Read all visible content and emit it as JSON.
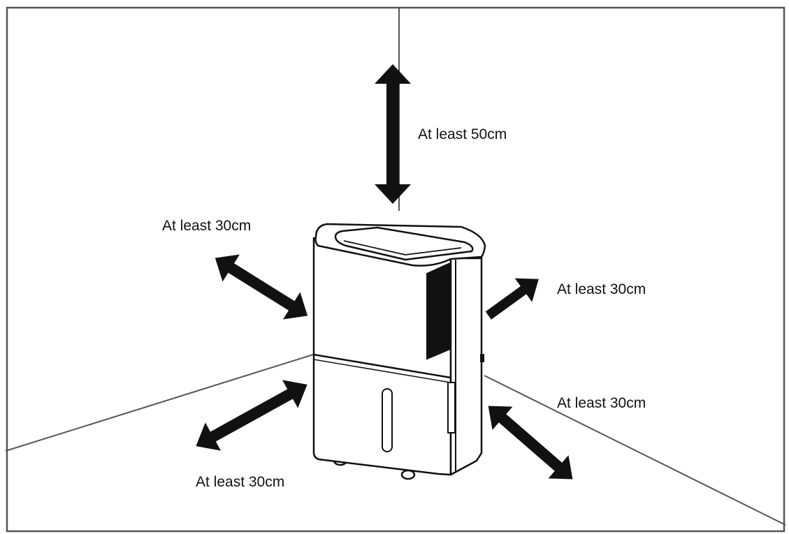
{
  "labels": {
    "top": "At least 50cm",
    "upper_left": "At least 30cm",
    "right": "At least 30cm",
    "lower_right": "At least 30cm",
    "lower_left": "At least 30cm"
  },
  "colors": {
    "stroke": "#111111",
    "wall": "#555555",
    "background": "#ffffff",
    "unit_fill": "#ffffff"
  }
}
